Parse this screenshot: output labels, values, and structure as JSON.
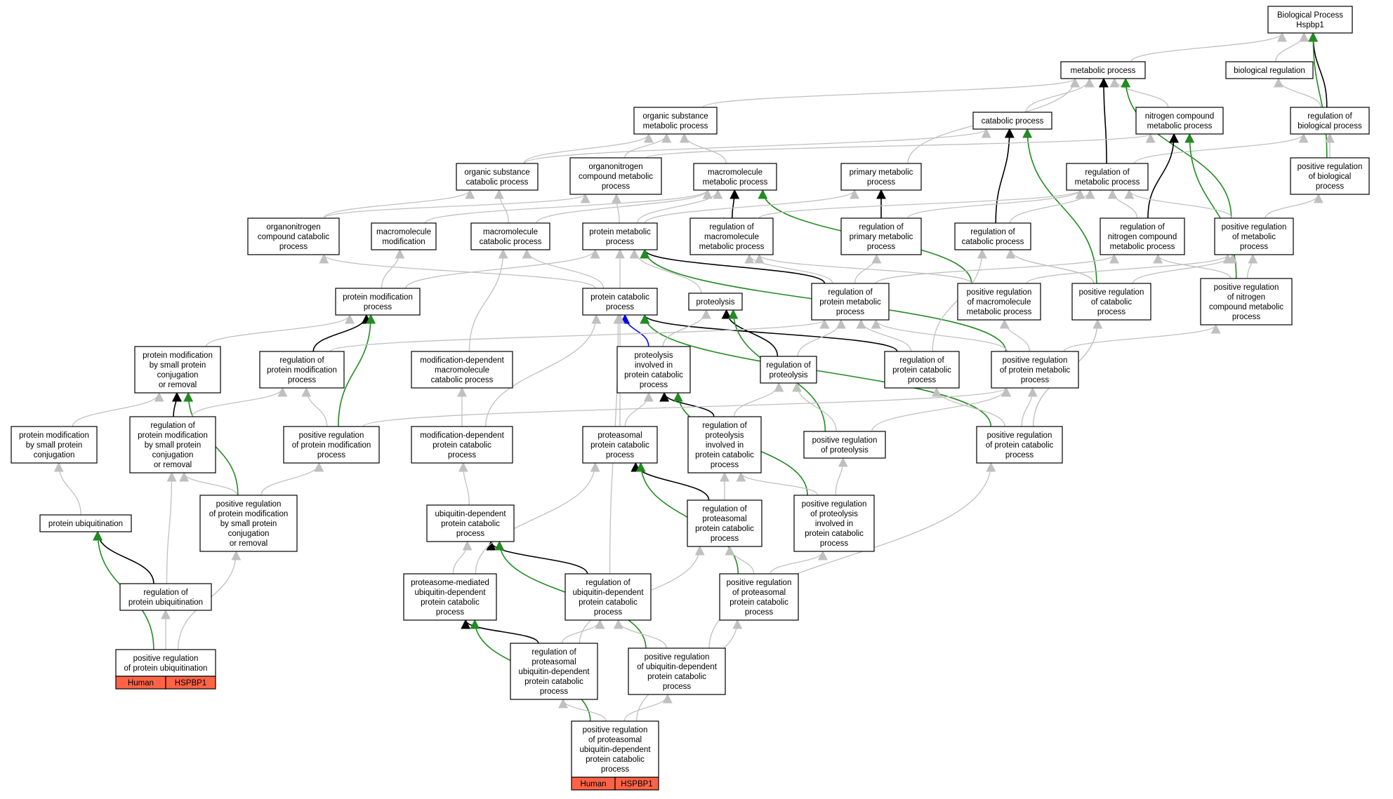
{
  "colors": {
    "background": "#ffffff",
    "is_a": "#c0c0c0",
    "part_of": "#000000",
    "positively_regulates": "#228b22",
    "regulates": "#0000ff",
    "annotation": "#ff6347"
  },
  "nodes": {
    "root": [
      "Biological Process",
      "Hspbp1"
    ],
    "metab": [
      "metabolic process"
    ],
    "bioreg": [
      "biological regulation"
    ],
    "orgsub": [
      "organic substance",
      "metabolic process"
    ],
    "catab": [
      "catabolic process"
    ],
    "nitro": [
      "nitrogen compound",
      "metabolic process"
    ],
    "regbio": [
      "regulation of",
      "biological process"
    ],
    "orgsubcat": [
      "organic substance",
      "catabolic process"
    ],
    "orgnitro": [
      "organonitrogen",
      "compound metabolic",
      "process"
    ],
    "macmet": [
      "macromolecule",
      "metabolic process"
    ],
    "primet": [
      "primary metabolic",
      "process"
    ],
    "regmet": [
      "regulation of",
      "metabolic process"
    ],
    "posregbio": [
      "positive regulation",
      "of biological",
      "process"
    ],
    "orgnitrocat": [
      "organonitrogen",
      "compound catabolic",
      "process"
    ],
    "macmod": [
      "macromolecule",
      "modification"
    ],
    "maccat": [
      "macromolecule",
      "catabolic process"
    ],
    "protmet": [
      "protein metabolic",
      "process"
    ],
    "regmacmet": [
      "regulation of",
      "macromolecule",
      "metabolic process"
    ],
    "regprimet": [
      "regulation of",
      "primary metabolic",
      "process"
    ],
    "regcat": [
      "regulation of",
      "catabolic process"
    ],
    "regnitro": [
      "regulation of",
      "nitrogen compound",
      "metabolic process"
    ],
    "posregmet": [
      "positive regulation",
      "of metabolic",
      "process"
    ],
    "protmod": [
      "protein modification",
      "process"
    ],
    "protcat": [
      "protein catabolic",
      "process"
    ],
    "proteolysis": [
      "proteolysis"
    ],
    "regprotmet": [
      "regulation of",
      "protein metabolic",
      "process"
    ],
    "posregmacmet": [
      "positive regulation",
      "of macromolecule",
      "metabolic process"
    ],
    "posregcat": [
      "positive regulation",
      "of catabolic",
      "process"
    ],
    "posregnitro": [
      "positive regulation",
      "of nitrogen",
      "compound metabolic",
      "process"
    ],
    "pmsmall": [
      "protein modification",
      "by small protein",
      "conjugation",
      "or removal"
    ],
    "regprotmod": [
      "regulation of",
      "protein modification",
      "process"
    ],
    "moddepmac": [
      "modification-dependent",
      "macromolecule",
      "catabolic process"
    ],
    "protinv": [
      "proteolysis",
      "involved in",
      "protein catabolic",
      "process"
    ],
    "regproteolysis": [
      "regulation of",
      "proteolysis"
    ],
    "regprotcat": [
      "regulation of",
      "protein catabolic",
      "process"
    ],
    "posregprotmet": [
      "positive regulation",
      "of protein metabolic",
      "process"
    ],
    "pmsmallconj": [
      "protein modification",
      "by small protein",
      "conjugation"
    ],
    "regpmsmall": [
      "regulation of",
      "protein modification",
      "by small protein",
      "conjugation",
      "or removal"
    ],
    "posregprotmod": [
      "positive regulation",
      "of protein modification",
      "process"
    ],
    "moddepprot": [
      "modification-dependent",
      "protein catabolic",
      "process"
    ],
    "proteasomal": [
      "proteasomal",
      "protein catabolic",
      "process"
    ],
    "regprotinv": [
      "regulation of",
      "proteolysis",
      "involved in",
      "protein catabolic",
      "process"
    ],
    "posregproteolysis": [
      "positive regulation",
      "of proteolysis"
    ],
    "posregprotcat": [
      "positive regulation",
      "of protein catabolic",
      "process"
    ],
    "protubi": [
      "protein ubiquitination"
    ],
    "posregpmsmall": [
      "positive regulation",
      "of protein modification",
      "by small protein",
      "conjugation",
      "or removal"
    ],
    "ubidep": [
      "ubiquitin-dependent",
      "protein catabolic",
      "process"
    ],
    "regproteasomal": [
      "regulation of",
      "proteasomal",
      "protein catabolic",
      "process"
    ],
    "posregprotinv": [
      "positive regulation",
      "of proteolysis",
      "involved in",
      "protein catabolic",
      "process"
    ],
    "regprotubi": [
      "regulation of",
      "protein ubiquitination"
    ],
    "proteasomeubi": [
      "proteasome-mediated",
      "ubiquitin-dependent",
      "protein catabolic",
      "process"
    ],
    "regubidep": [
      "regulation of",
      "ubiquitin-dependent",
      "protein catabolic",
      "process"
    ],
    "posregproteasomal": [
      "positive regulation",
      "of proteasomal",
      "protein catabolic",
      "process"
    ],
    "posregprotubi": [
      "positive regulation",
      "of protein ubiquitination"
    ],
    "regproteasomeubi": [
      "regulation of",
      "proteasomal",
      "ubiquitin-dependent",
      "protein catabolic",
      "process"
    ],
    "posregubidep": [
      "positive regulation",
      "of ubiquitin-dependent",
      "protein catabolic",
      "process"
    ],
    "posregproteasomeubi": [
      "positive regulation",
      "of proteasomal",
      "ubiquitin-dependent",
      "protein catabolic",
      "process"
    ]
  },
  "annotations": [
    {
      "node": "posregprotubi",
      "species": "Human",
      "gene": "HSPBP1"
    },
    {
      "node": "posregproteasomeubi",
      "species": "Human",
      "gene": "HSPBP1"
    }
  ],
  "edges": [
    [
      "metab",
      "root",
      "is_a"
    ],
    [
      "bioreg",
      "root",
      "is_a"
    ],
    [
      "regbio",
      "root",
      "part_of"
    ],
    [
      "posregbio",
      "root",
      "positively_regulates"
    ],
    [
      "orgsub",
      "metab",
      "is_a"
    ],
    [
      "catab",
      "metab",
      "is_a"
    ],
    [
      "nitro",
      "metab",
      "is_a"
    ],
    [
      "primet",
      "metab",
      "is_a"
    ],
    [
      "regmet",
      "metab",
      "part_of"
    ],
    [
      "posregmet",
      "metab",
      "positively_regulates"
    ],
    [
      "regbio",
      "bioreg",
      "is_a"
    ],
    [
      "regmet",
      "regbio",
      "is_a"
    ],
    [
      "posregbio",
      "regbio",
      "is_a"
    ],
    [
      "orgsubcat",
      "orgsub",
      "is_a"
    ],
    [
      "orgnitro",
      "orgsub",
      "is_a"
    ],
    [
      "macmet",
      "orgsub",
      "is_a"
    ],
    [
      "orgsubcat",
      "catab",
      "is_a"
    ],
    [
      "regcat",
      "catab",
      "part_of"
    ],
    [
      "posregcat",
      "catab",
      "positively_regulates"
    ],
    [
      "orgnitro",
      "nitro",
      "is_a"
    ],
    [
      "regnitro",
      "nitro",
      "part_of"
    ],
    [
      "posregnitro",
      "nitro",
      "positively_regulates"
    ],
    [
      "orgnitrocat",
      "orgsubcat",
      "is_a"
    ],
    [
      "maccat",
      "orgsubcat",
      "is_a"
    ],
    [
      "orgnitrocat",
      "orgnitro",
      "is_a"
    ],
    [
      "protmet",
      "orgnitro",
      "is_a"
    ],
    [
      "macmod",
      "macmet",
      "is_a"
    ],
    [
      "maccat",
      "macmet",
      "is_a"
    ],
    [
      "protmet",
      "macmet",
      "is_a"
    ],
    [
      "regmacmet",
      "macmet",
      "part_of"
    ],
    [
      "posregmacmet",
      "macmet",
      "positively_regulates"
    ],
    [
      "protmet",
      "primet",
      "is_a"
    ],
    [
      "regprimet",
      "primet",
      "part_of"
    ],
    [
      "regmacmet",
      "regmet",
      "is_a"
    ],
    [
      "regprimet",
      "regmet",
      "is_a"
    ],
    [
      "regcat",
      "regmet",
      "is_a"
    ],
    [
      "regnitro",
      "regmet",
      "is_a"
    ],
    [
      "posregmet",
      "regmet",
      "is_a"
    ],
    [
      "posregmet",
      "posregbio",
      "is_a"
    ],
    [
      "protmod",
      "macmod",
      "is_a"
    ],
    [
      "protcat",
      "maccat",
      "is_a"
    ],
    [
      "moddepmac",
      "maccat",
      "is_a"
    ],
    [
      "protmod",
      "protmet",
      "is_a"
    ],
    [
      "protcat",
      "protmet",
      "is_a"
    ],
    [
      "proteolysis",
      "protmet",
      "is_a"
    ],
    [
      "regprotmet",
      "protmet",
      "part_of"
    ],
    [
      "posregprotmet",
      "protmet",
      "positively_regulates"
    ],
    [
      "regprotmet",
      "regmacmet",
      "is_a"
    ],
    [
      "posregmacmet",
      "regmacmet",
      "is_a"
    ],
    [
      "regprotmet",
      "regprimet",
      "is_a"
    ],
    [
      "regprotcat",
      "regcat",
      "is_a"
    ],
    [
      "posregcat",
      "regcat",
      "is_a"
    ],
    [
      "regprotmet",
      "regnitro",
      "is_a"
    ],
    [
      "posregnitro",
      "regnitro",
      "is_a"
    ],
    [
      "posregmacmet",
      "posregmet",
      "is_a"
    ],
    [
      "posregcat",
      "posregmet",
      "is_a"
    ],
    [
      "posregnitro",
      "posregmet",
      "is_a"
    ],
    [
      "pmsmall",
      "protmod",
      "is_a"
    ],
    [
      "regprotmod",
      "protmod",
      "part_of"
    ],
    [
      "posregprotmod",
      "protmod",
      "positively_regulates"
    ],
    [
      "protcat",
      "orgnitrocat",
      "is_a"
    ],
    [
      "protinv",
      "protcat",
      "regulates"
    ],
    [
      "proteasomal",
      "protcat",
      "is_a"
    ],
    [
      "moddepprot",
      "protcat",
      "is_a"
    ],
    [
      "regprotcat",
      "protcat",
      "part_of"
    ],
    [
      "posregprotcat",
      "protcat",
      "positively_regulates"
    ],
    [
      "protinv",
      "proteolysis",
      "is_a"
    ],
    [
      "regproteolysis",
      "proteolysis",
      "part_of"
    ],
    [
      "posregproteolysis",
      "proteolysis",
      "positively_regulates"
    ],
    [
      "regprotmod",
      "regprotmet",
      "is_a"
    ],
    [
      "regproteolysis",
      "regprotmet",
      "is_a"
    ],
    [
      "regprotcat",
      "regprotmet",
      "is_a"
    ],
    [
      "posregprotmet",
      "regprotmet",
      "is_a"
    ],
    [
      "posregprotmet",
      "posregmacmet",
      "is_a"
    ],
    [
      "posregprotcat",
      "posregcat",
      "is_a"
    ],
    [
      "posregprotmet",
      "posregnitro",
      "is_a"
    ],
    [
      "pmsmallconj",
      "pmsmall",
      "is_a"
    ],
    [
      "regpmsmall",
      "pmsmall",
      "part_of"
    ],
    [
      "posregpmsmall",
      "pmsmall",
      "positively_regulates"
    ],
    [
      "regpmsmall",
      "regprotmod",
      "is_a"
    ],
    [
      "posregprotmod",
      "regprotmod",
      "is_a"
    ],
    [
      "moddepprot",
      "moddepmac",
      "is_a"
    ],
    [
      "proteasomal",
      "protinv",
      "is_a"
    ],
    [
      "regprotinv",
      "protinv",
      "part_of"
    ],
    [
      "posregprotinv",
      "protinv",
      "positively_regulates"
    ],
    [
      "regprotinv",
      "regproteolysis",
      "is_a"
    ],
    [
      "posregproteolysis",
      "regproteolysis",
      "is_a"
    ],
    [
      "posregprotcat",
      "regprotcat",
      "is_a"
    ],
    [
      "posregprotcat",
      "posregprotmet",
      "is_a"
    ],
    [
      "posregproteolysis",
      "posregprotmet",
      "is_a"
    ],
    [
      "posregprotmod",
      "posregprotmet",
      "is_a"
    ],
    [
      "protubi",
      "pmsmallconj",
      "is_a"
    ],
    [
      "posregpmsmall",
      "regpmsmall",
      "is_a"
    ],
    [
      "posregpmsmall",
      "posregprotmod",
      "is_a"
    ],
    [
      "ubidep",
      "moddepprot",
      "is_a"
    ],
    [
      "regproteasomal",
      "proteasomal",
      "part_of"
    ],
    [
      "posregproteasomal",
      "proteasomal",
      "positively_regulates"
    ],
    [
      "regproteasomal",
      "regprotinv",
      "is_a"
    ],
    [
      "posregprotinv",
      "regprotinv",
      "is_a"
    ],
    [
      "posregprotinv",
      "posregproteolysis",
      "is_a"
    ],
    [
      "regprotubi",
      "protubi",
      "part_of"
    ],
    [
      "posregprotubi",
      "protubi",
      "positively_regulates"
    ],
    [
      "regprotubi",
      "regpmsmall",
      "is_a"
    ],
    [
      "proteasomeubi",
      "ubidep",
      "is_a"
    ],
    [
      "regubidep",
      "ubidep",
      "part_of"
    ],
    [
      "posregubidep",
      "ubidep",
      "positively_regulates"
    ],
    [
      "posregproteasomal",
      "regproteasomal",
      "is_a"
    ],
    [
      "posregproteasomal",
      "posregprotinv",
      "is_a"
    ],
    [
      "proteasomeubi",
      "proteasomal",
      "is_a"
    ],
    [
      "regubidep",
      "protcat",
      "is_a"
    ],
    [
      "regproteasomeubi",
      "proteasomeubi",
      "part_of"
    ],
    [
      "posregproteasomeubi",
      "proteasomeubi",
      "positively_regulates"
    ],
    [
      "regproteasomeubi",
      "regubidep",
      "is_a"
    ],
    [
      "regproteasomeubi",
      "regproteasomal",
      "is_a"
    ],
    [
      "posregubidep",
      "regubidep",
      "is_a"
    ],
    [
      "posregubidep",
      "posregprotcat",
      "is_a"
    ],
    [
      "posregprotubi",
      "regprotubi",
      "is_a"
    ],
    [
      "posregprotubi",
      "posregpmsmall",
      "is_a"
    ],
    [
      "posregproteasomeubi",
      "regproteasomeubi",
      "is_a"
    ],
    [
      "posregproteasomeubi",
      "posregubidep",
      "is_a"
    ],
    [
      "posregproteasomeubi",
      "posregproteasomal",
      "is_a"
    ],
    [
      "posregprotcat",
      "posregcat",
      "is_a"
    ],
    [
      "posregcat",
      "regcat",
      "is_a"
    ]
  ]
}
